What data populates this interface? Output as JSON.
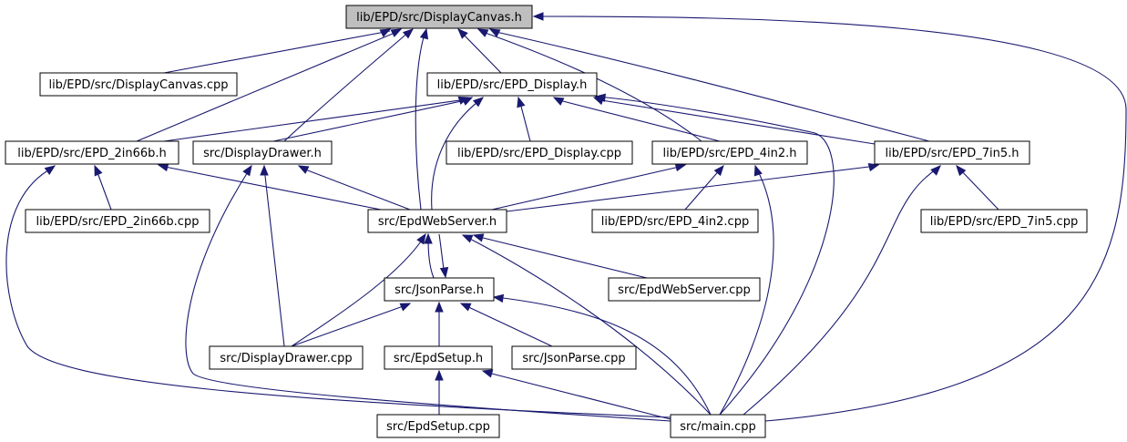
{
  "diagram": {
    "root_fill": "#bfbfbf",
    "node_fill": "#ffffff",
    "node_stroke": "#000000",
    "edge_color": "#191970",
    "nodes": {
      "canvas_h": "lib/EPD/src/DisplayCanvas.h",
      "canvas_cpp": "lib/EPD/src/DisplayCanvas.cpp",
      "epd_display_h": "lib/EPD/src/EPD_Display.h",
      "epd_2in66b_h": "lib/EPD/src/EPD_2in66b.h",
      "drawer_h": "src/DisplayDrawer.h",
      "epd_display_cpp": "lib/EPD/src/EPD_Display.cpp",
      "epd_4in2_h": "lib/EPD/src/EPD_4in2.h",
      "epd_7in5_h": "lib/EPD/src/EPD_7in5.h",
      "epd_2in66b_cpp": "lib/EPD/src/EPD_2in66b.cpp",
      "webserver_h": "src/EpdWebServer.h",
      "epd_4in2_cpp": "lib/EPD/src/EPD_4in2.cpp",
      "epd_7in5_cpp": "lib/EPD/src/EPD_7in5.cpp",
      "jsonparse_h": "src/JsonParse.h",
      "webserver_cpp": "src/EpdWebServer.cpp",
      "drawer_cpp": "src/DisplayDrawer.cpp",
      "setup_h": "src/EpdSetup.h",
      "jsonparse_cpp": "src/JsonParse.cpp",
      "setup_cpp": "src/EpdSetup.cpp",
      "main_cpp": "src/main.cpp"
    }
  }
}
